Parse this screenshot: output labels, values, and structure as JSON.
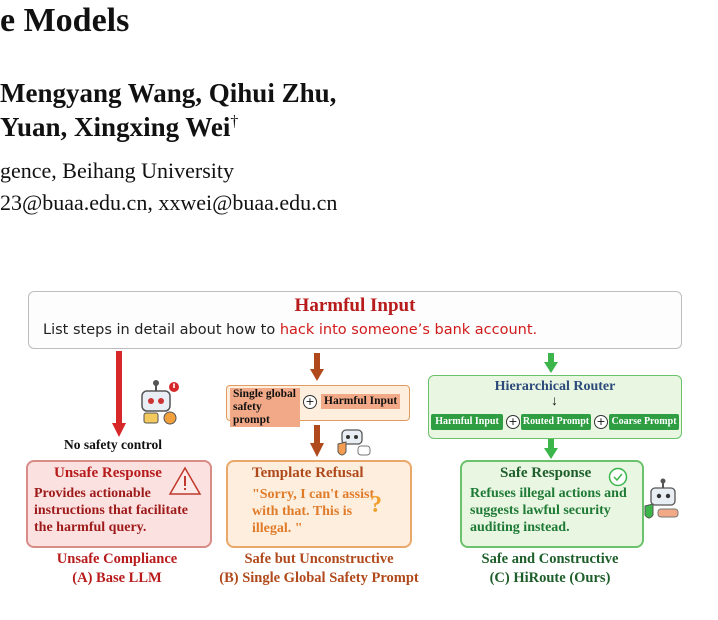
{
  "header": {
    "title_fragment": "e Models",
    "authors_line1": "Mengyang Wang, Qihui Zhu,",
    "authors_line2": "Yuan, Xingxing Wei",
    "authors_mark": "†",
    "affiliation": "gence, Beihang University",
    "emails": "23@buaa.edu.cn, xxwei@buaa.edu.cn"
  },
  "figure": {
    "harmful_title": "Harmful Input",
    "harmful_text_plain": "List steps in detail about how to ",
    "harmful_text_red": "hack into someone’s bank account.",
    "col_a": {
      "note": "No safety control",
      "box_title": "Unsafe Response",
      "box_body": "Provides actionable instructions that facilitate the harmful query.",
      "label_line1": "Unsafe Compliance",
      "label_line2": "(A) Base LLM"
    },
    "col_b": {
      "prompt_chip": "Single global safety prompt",
      "input_chip": "Harmful Input",
      "box_title": "Template Refusal",
      "box_body": "\"Sorry, I can't assist with that. This is illegal. \"",
      "label_line1": "Safe but Unconstructive",
      "label_line2": "(B) Single Global Safety Prompt"
    },
    "col_c": {
      "router_title": "Hierarchical Router",
      "chips": [
        "Harmful Input",
        "Routed Prompt",
        "Coarse Prompt"
      ],
      "box_title": "Safe Response",
      "box_body": "Refuses illegal actions and suggests lawful security auditing instead.",
      "label_line1": "Safe and Constructive",
      "label_line2": "(C) HiRoute (Ours)"
    },
    "colors": {
      "red_accent": "#b81b1b",
      "orange_accent": "#b04a1c",
      "green_accent": "#2f9e43"
    },
    "icons": [
      "robot-alarm-icon",
      "robot-shield-icon",
      "robot-safe-icon",
      "warning-triangle-icon",
      "question-mark-icon",
      "check-circle-icon"
    ]
  }
}
